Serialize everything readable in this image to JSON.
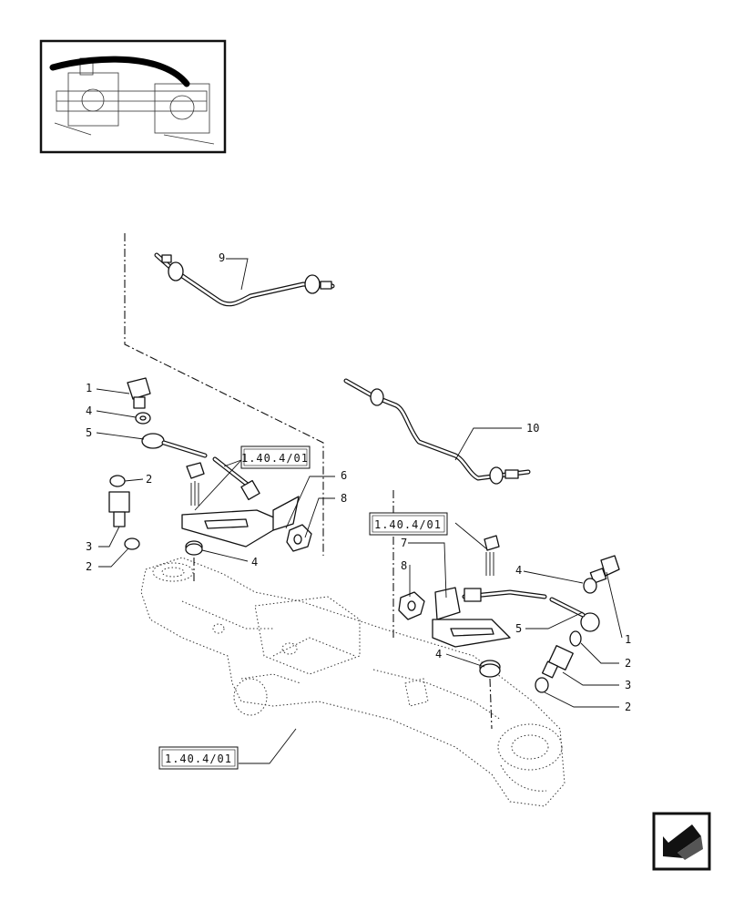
{
  "references": {
    "upper_left": "1.40.4/01",
    "middle_right": "1.40.4/01",
    "bottom": "1.40.4/01"
  },
  "callouts": {
    "c9": "9",
    "c10": "10",
    "l1": "1",
    "l4": "4",
    "l5": "5",
    "l2a": "2",
    "l3": "3",
    "l2b": "2",
    "l4b": "4",
    "l6": "6",
    "l8": "8",
    "r7": "7",
    "r8": "8",
    "r4a": "4",
    "r5": "5",
    "r4b": "4",
    "r1": "1",
    "r2a": "2",
    "r3": "3",
    "r2b": "2"
  },
  "colors": {
    "ink": "#111111",
    "paper": "#ffffff"
  },
  "icons": {
    "thumbnail": "axle-thumbnail-icon",
    "navigation": "previous-page-arrow-icon"
  }
}
